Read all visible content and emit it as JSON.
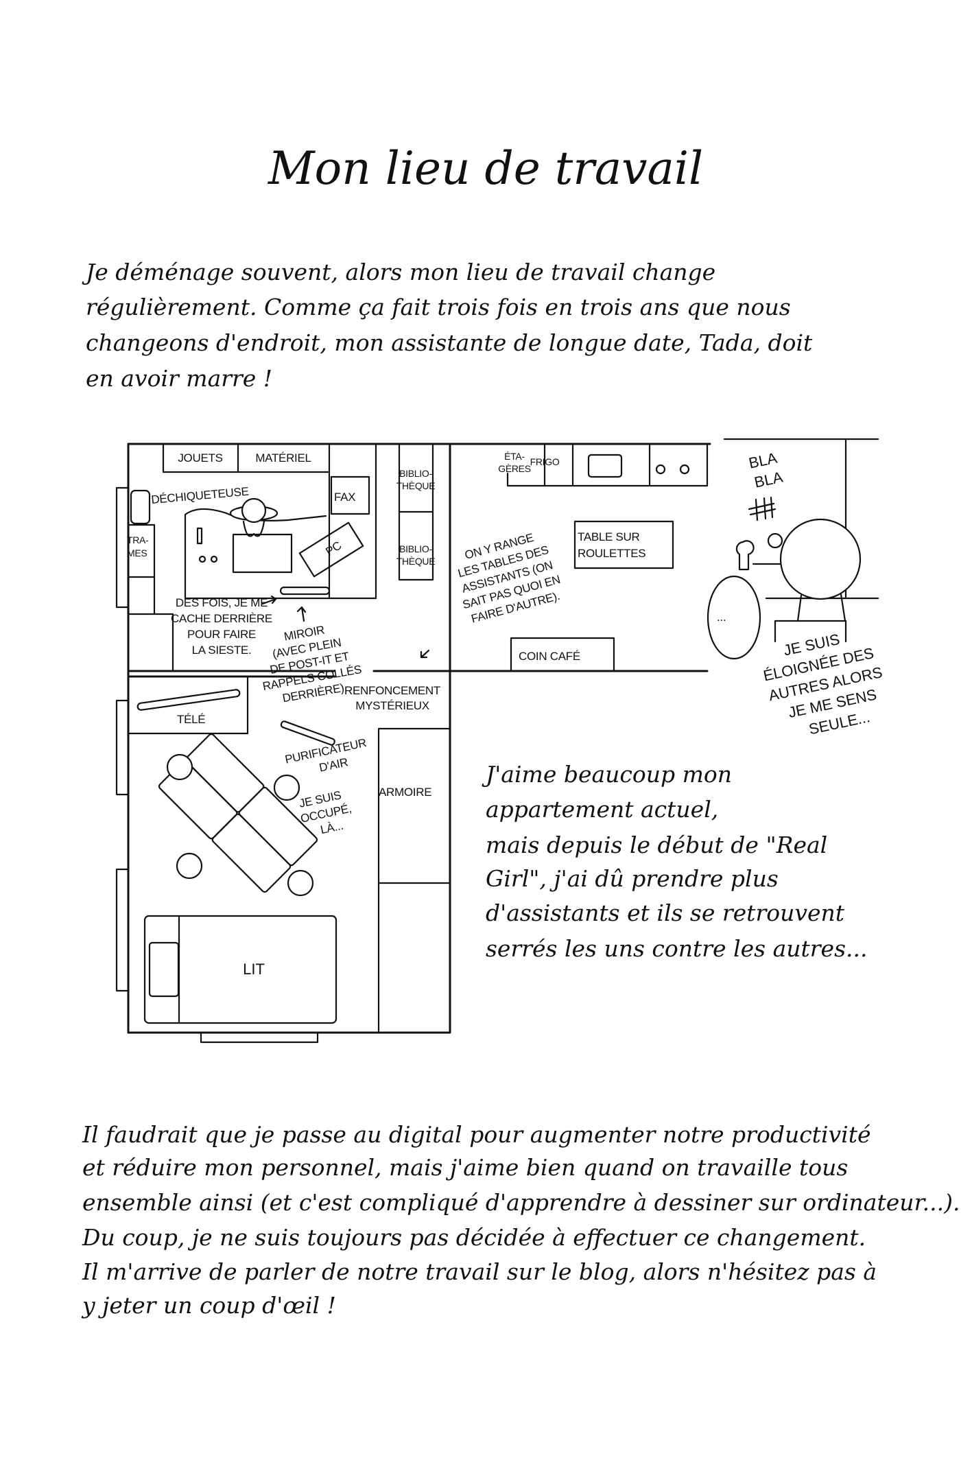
{
  "title": "Mon lieu de travail",
  "intro": [
    "Je déménage souvent, alors mon lieu de travail change",
    "régulièrement. Comme ça fait trois fois en trois ans que nous",
    "changeons d'endroit, mon assistante de longue date, Tada, doit",
    "en avoir marre !"
  ],
  "plan": {
    "jouets": "JOUETS",
    "materiel": "MATÉRIEL",
    "dechiqueteuse": "DÉCHIQUETEUSE",
    "fax": "FAX",
    "pc": "PC",
    "trames": [
      "TRA-",
      "MES"
    ],
    "bibliotheque_1": [
      "BIBLIO-",
      "THÈQUE"
    ],
    "bibliotheque_2": [
      "BIBLIO-",
      "THÈQUE"
    ],
    "etageres": [
      "ÉTA-",
      "GÈRES"
    ],
    "frigo": "FRIGO",
    "table_roulettes": [
      "TABLE SUR",
      "ROULETTES"
    ],
    "rangement_note": [
      "ON Y RANGE",
      "LES TABLES DES",
      "ASSISTANTS (ON",
      "SAIT PAS QUOI EN",
      "FAIRE D'AUTRE)."
    ],
    "sieste_note": [
      "DES FOIS, JE ME",
      "CACHE DERRIÈRE",
      "POUR FAIRE",
      "LA SIESTE."
    ],
    "miroir_note": [
      "MIROIR",
      "(AVEC PLEIN",
      "DE POST-IT ET",
      "RAPPELS COLLÉS",
      "DERRIÈRE)."
    ],
    "renfoncement": [
      "RENFONCEMENT",
      "MYSTÉRIEUX"
    ],
    "coin_cafe": "COIN CAFÉ",
    "tele": "TÉLÉ",
    "purificateur": [
      "PURIFICATEUR",
      "D'AIR"
    ],
    "occupe": [
      "JE SUIS",
      "OCCUPÉ,",
      "LÀ..."
    ],
    "armoire": "ARMOIRE",
    "lit": "LIT"
  },
  "side_panel": {
    "bla": [
      "BLA",
      "BLA"
    ],
    "ellipsis": "...",
    "caption": [
      "JE SUIS",
      "ÉLOIGNÉE DES",
      "AUTRES ALORS",
      "JE ME SENS",
      "SEULE..."
    ]
  },
  "middle": [
    "J'aime beaucoup mon",
    "appartement actuel,",
    "mais depuis le début de \"Real",
    "Girl\", j'ai dû prendre plus",
    "d'assistants et ils se retrouvent",
    "serrés les uns contre les autres..."
  ],
  "outro": [
    "Il faudrait que je passe au digital pour augmenter notre productivité",
    "et réduire mon personnel, mais j'aime bien quand on travaille tous",
    "ensemble ainsi (et c'est compliqué d'apprendre à dessiner sur ordinateur...).",
    "Du coup, je ne suis toujours pas décidée à effectuer ce changement.",
    "Il m'arrive de parler de notre travail sur le blog, alors n'hésitez pas à",
    "y jeter un coup d'œil !"
  ]
}
